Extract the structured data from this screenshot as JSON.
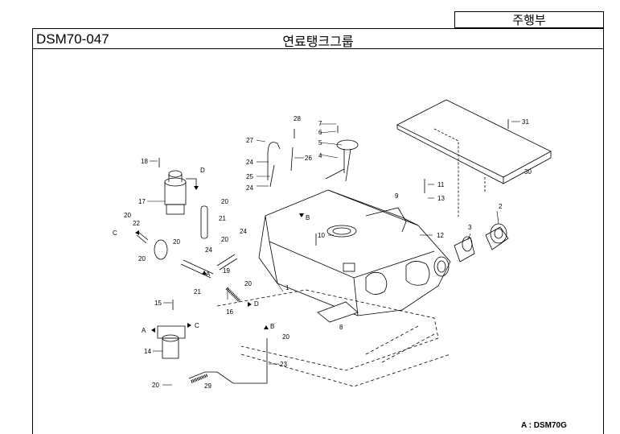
{
  "header": {
    "section": "주행부",
    "part_code": "DSM70-047",
    "title": "연료탱크그룹"
  },
  "footer": {
    "model_note": "A : DSM70G"
  },
  "callouts": [
    "1",
    "2",
    "3",
    "4",
    "5",
    "6",
    "7",
    "8",
    "9",
    "10",
    "11",
    "12",
    "13",
    "14",
    "15",
    "16",
    "17",
    "18",
    "19",
    "20",
    "21",
    "22",
    "23",
    "24",
    "25",
    "26",
    "27",
    "28",
    "29",
    "30",
    "31"
  ],
  "direction_labels": [
    "A",
    "B",
    "C",
    "D"
  ]
}
